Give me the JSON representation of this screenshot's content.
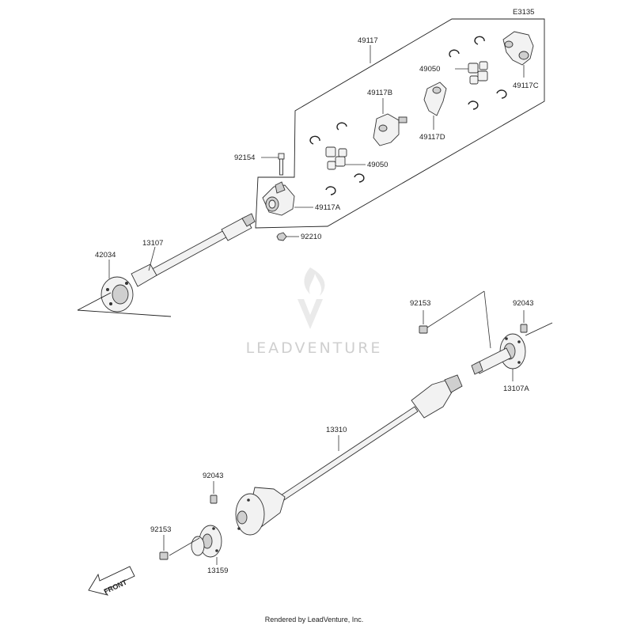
{
  "diagram": {
    "code": "E3135",
    "labels": {
      "l49117": "49117",
      "l49050a": "49050",
      "l49117b": "49117B",
      "l49117c": "49117C",
      "l49117d": "49117D",
      "l92154": "92154",
      "l49050b": "49050",
      "l49117a": "49117A",
      "l92210": "92210",
      "l13107": "13107",
      "l42034": "42034",
      "l92153a": "92153",
      "l92043a": "92043",
      "l13107a": "13107A",
      "l13310": "13310",
      "l92043b": "92043",
      "l92153b": "92153",
      "l13159": "13159"
    },
    "front_arrow": "FRONT"
  },
  "watermark": {
    "text": "LEADVENTURE"
  },
  "footer": {
    "text": "Rendered by LeadVenture, Inc."
  }
}
